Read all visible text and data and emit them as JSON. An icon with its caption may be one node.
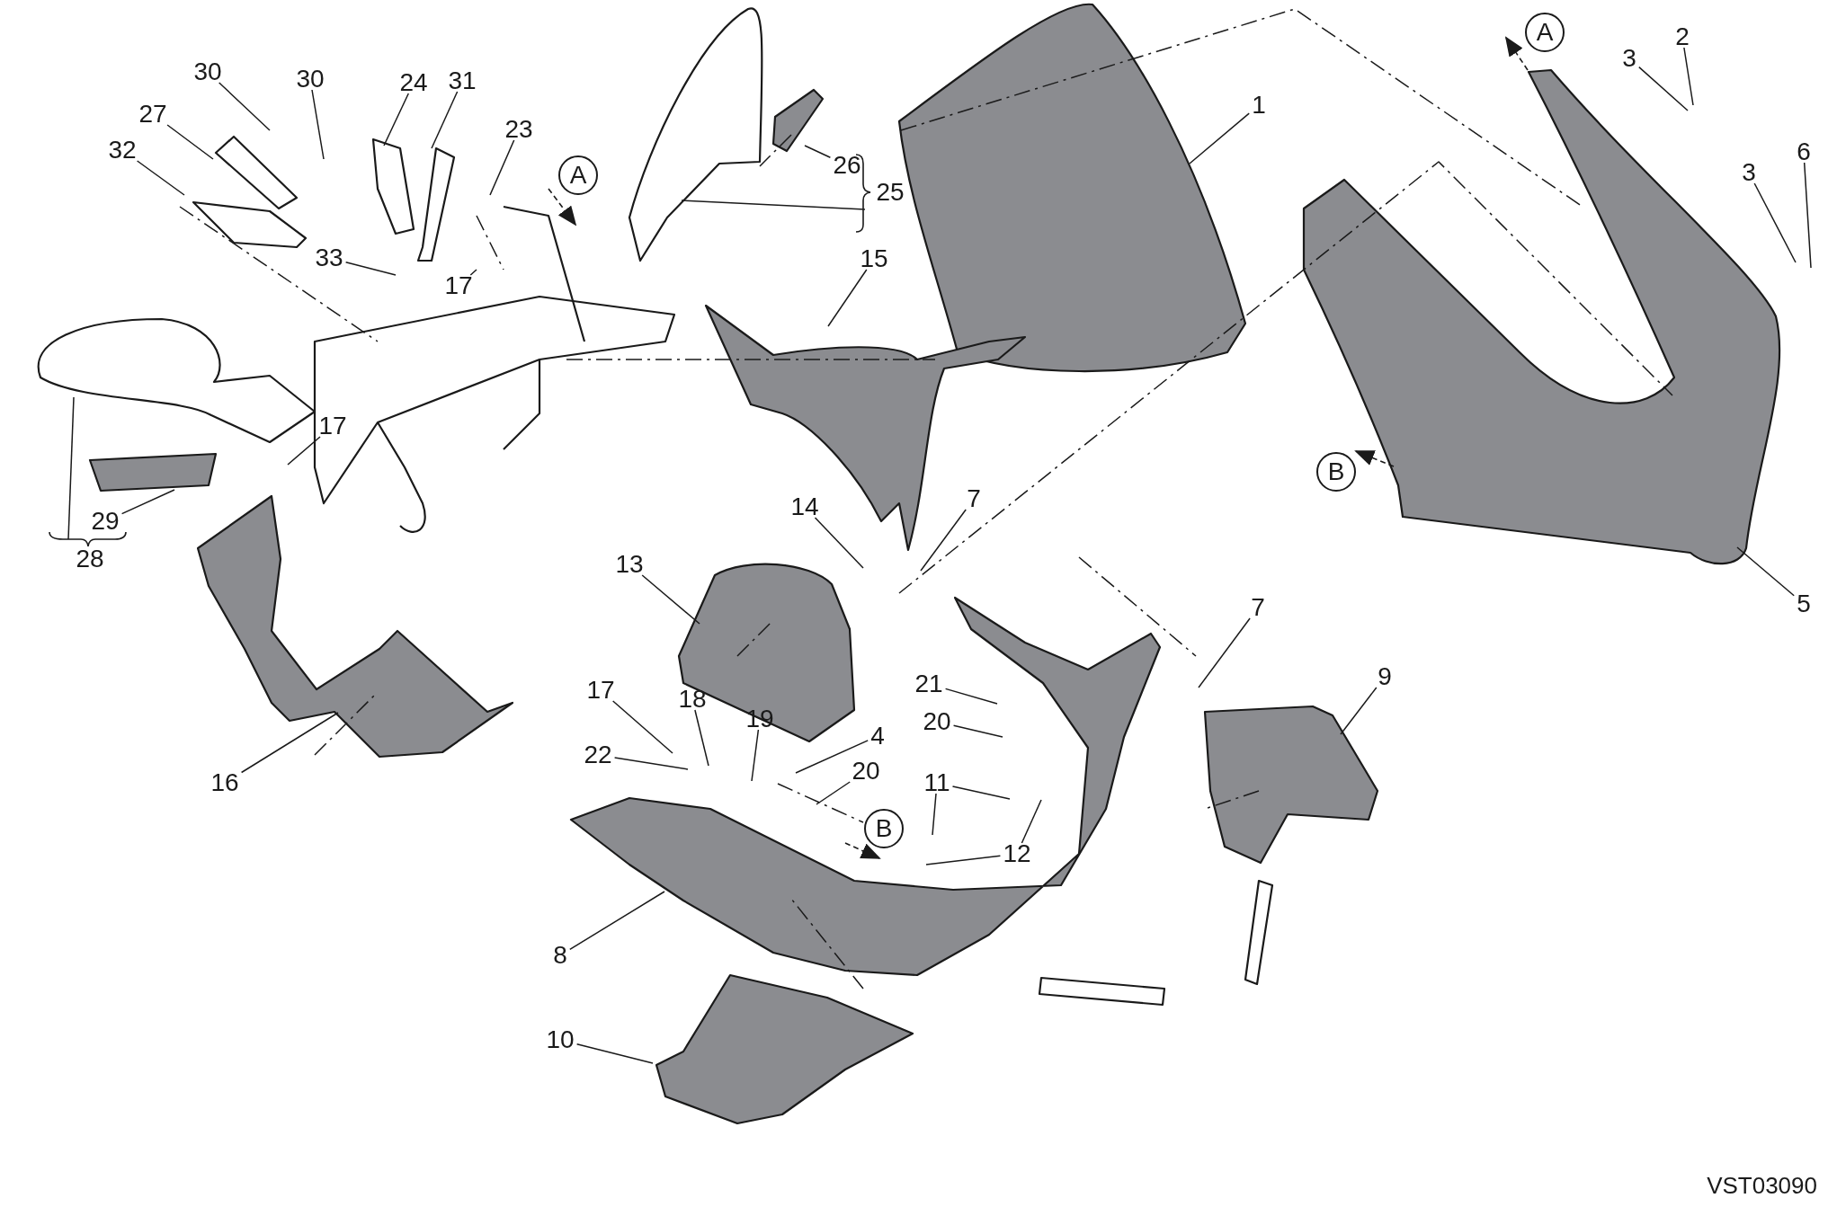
{
  "diagram": {
    "nodes": [
      {
        "text": [
          "30"
        ]
      },
      {
        "text": [
          "30"
        ]
      },
      {
        "text": [
          "24"
        ]
      },
      {
        "text": [
          "31"
        ]
      },
      {
        "text": [
          "1"
        ]
      },
      {
        "text": [
          "2"
        ]
      },
      {
        "text": [
          "3"
        ]
      },
      {
        "text": [
          "A"
        ]
      },
      {
        "text": [
          "27"
        ]
      },
      {
        "text": [
          "32"
        ]
      },
      {
        "text": [
          "23"
        ]
      },
      {
        "text": [
          "A"
        ]
      },
      {
        "text": [
          "26"
        ]
      },
      {
        "text": [
          "25"
        ]
      },
      {
        "text": [
          "3"
        ]
      },
      {
        "text": [
          "6"
        ]
      },
      {
        "text": [
          "15"
        ]
      },
      {
        "text": [
          "33"
        ]
      },
      {
        "text": [
          "17"
        ]
      },
      {
        "text": [
          "17"
        ]
      },
      {
        "text": [
          "B"
        ]
      },
      {
        "text": [
          "29"
        ]
      },
      {
        "text": [
          "28"
        ]
      },
      {
        "text": [
          "16"
        ]
      },
      {
        "text": [
          "13"
        ]
      },
      {
        "text": [
          "14"
        ]
      },
      {
        "text": [
          "7"
        ]
      },
      {
        "text": [
          "7"
        ]
      },
      {
        "text": [
          "9"
        ]
      },
      {
        "text": [
          "5"
        ]
      },
      {
        "text": [
          "21"
        ]
      },
      {
        "text": [
          "17"
        ]
      },
      {
        "text": [
          "18"
        ]
      },
      {
        "text": [
          "20"
        ]
      },
      {
        "text": [
          "4"
        ]
      },
      {
        "text": [
          "19"
        ]
      },
      {
        "text": [
          "22"
        ]
      },
      {
        "text": [
          "20"
        ]
      },
      {
        "text": [
          "11"
        ]
      },
      {
        "text": [
          "B"
        ]
      },
      {
        "text": [
          "12"
        ]
      },
      {
        "text": [
          "8"
        ]
      },
      {
        "text": [
          "10"
        ]
      }
    ],
    "edges": [
      {
        "from": 0,
        "to": null,
        "arrow": "none"
      },
      {
        "from": 1,
        "to": null,
        "arrow": "none"
      },
      {
        "from": 2,
        "to": null,
        "arrow": "none"
      },
      {
        "from": 3,
        "to": null,
        "arrow": "none"
      },
      {
        "from": 4,
        "to": null,
        "arrow": "none"
      },
      {
        "from": 5,
        "to": null,
        "arrow": "none"
      },
      {
        "from": 6,
        "to": null,
        "arrow": "none"
      },
      {
        "from": 8,
        "to": null,
        "arrow": "none"
      },
      {
        "from": 9,
        "to": null,
        "arrow": "none"
      },
      {
        "from": 10,
        "to": null,
        "arrow": "none"
      },
      {
        "from": 12,
        "to": null,
        "arrow": "none"
      },
      {
        "from": 13,
        "to": null,
        "arrow": "none"
      },
      {
        "from": 14,
        "to": null,
        "arrow": "none"
      },
      {
        "from": 15,
        "to": null,
        "arrow": "none"
      },
      {
        "from": 16,
        "to": null,
        "arrow": "none"
      },
      {
        "from": 17,
        "to": null,
        "arrow": "none"
      },
      {
        "from": 18,
        "to": null,
        "arrow": "none"
      },
      {
        "from": 19,
        "to": null,
        "arrow": "none"
      },
      {
        "from": 21,
        "to": null,
        "arrow": "none"
      },
      {
        "from": 22,
        "to": null,
        "arrow": "none"
      },
      {
        "from": 23,
        "to": null,
        "arrow": "none"
      },
      {
        "from": 24,
        "to": null,
        "arrow": "none"
      },
      {
        "from": 25,
        "to": null,
        "arrow": "none"
      },
      {
        "from": 26,
        "to": null,
        "arrow": "none"
      },
      {
        "from": 27,
        "to": null,
        "arrow": "none"
      },
      {
        "from": 28,
        "to": null,
        "arrow": "none"
      },
      {
        "from": 29,
        "to": null,
        "arrow": "none"
      },
      {
        "from": 30,
        "to": null,
        "arrow": "none"
      },
      {
        "from": 31,
        "to": null,
        "arrow": "none"
      },
      {
        "from": 32,
        "to": null,
        "arrow": "none"
      },
      {
        "from": 33,
        "to": null,
        "arrow": "none"
      },
      {
        "from": 34,
        "to": null,
        "arrow": "none"
      },
      {
        "from": 35,
        "to": null,
        "arrow": "none"
      },
      {
        "from": 36,
        "to": null,
        "arrow": "none"
      },
      {
        "from": 37,
        "to": null,
        "arrow": "none"
      },
      {
        "from": 38,
        "to": null,
        "arrow": "none"
      },
      {
        "from": 38,
        "to": null,
        "arrow": "none"
      },
      {
        "from": 40,
        "to": null,
        "arrow": "none"
      },
      {
        "from": 40,
        "to": null,
        "arrow": "none"
      },
      {
        "from": 41,
        "to": null,
        "arrow": "none"
      },
      {
        "from": 42,
        "to": null,
        "arrow": "none"
      }
    ],
    "labels": [
      "VST03090"
    ]
  }
}
